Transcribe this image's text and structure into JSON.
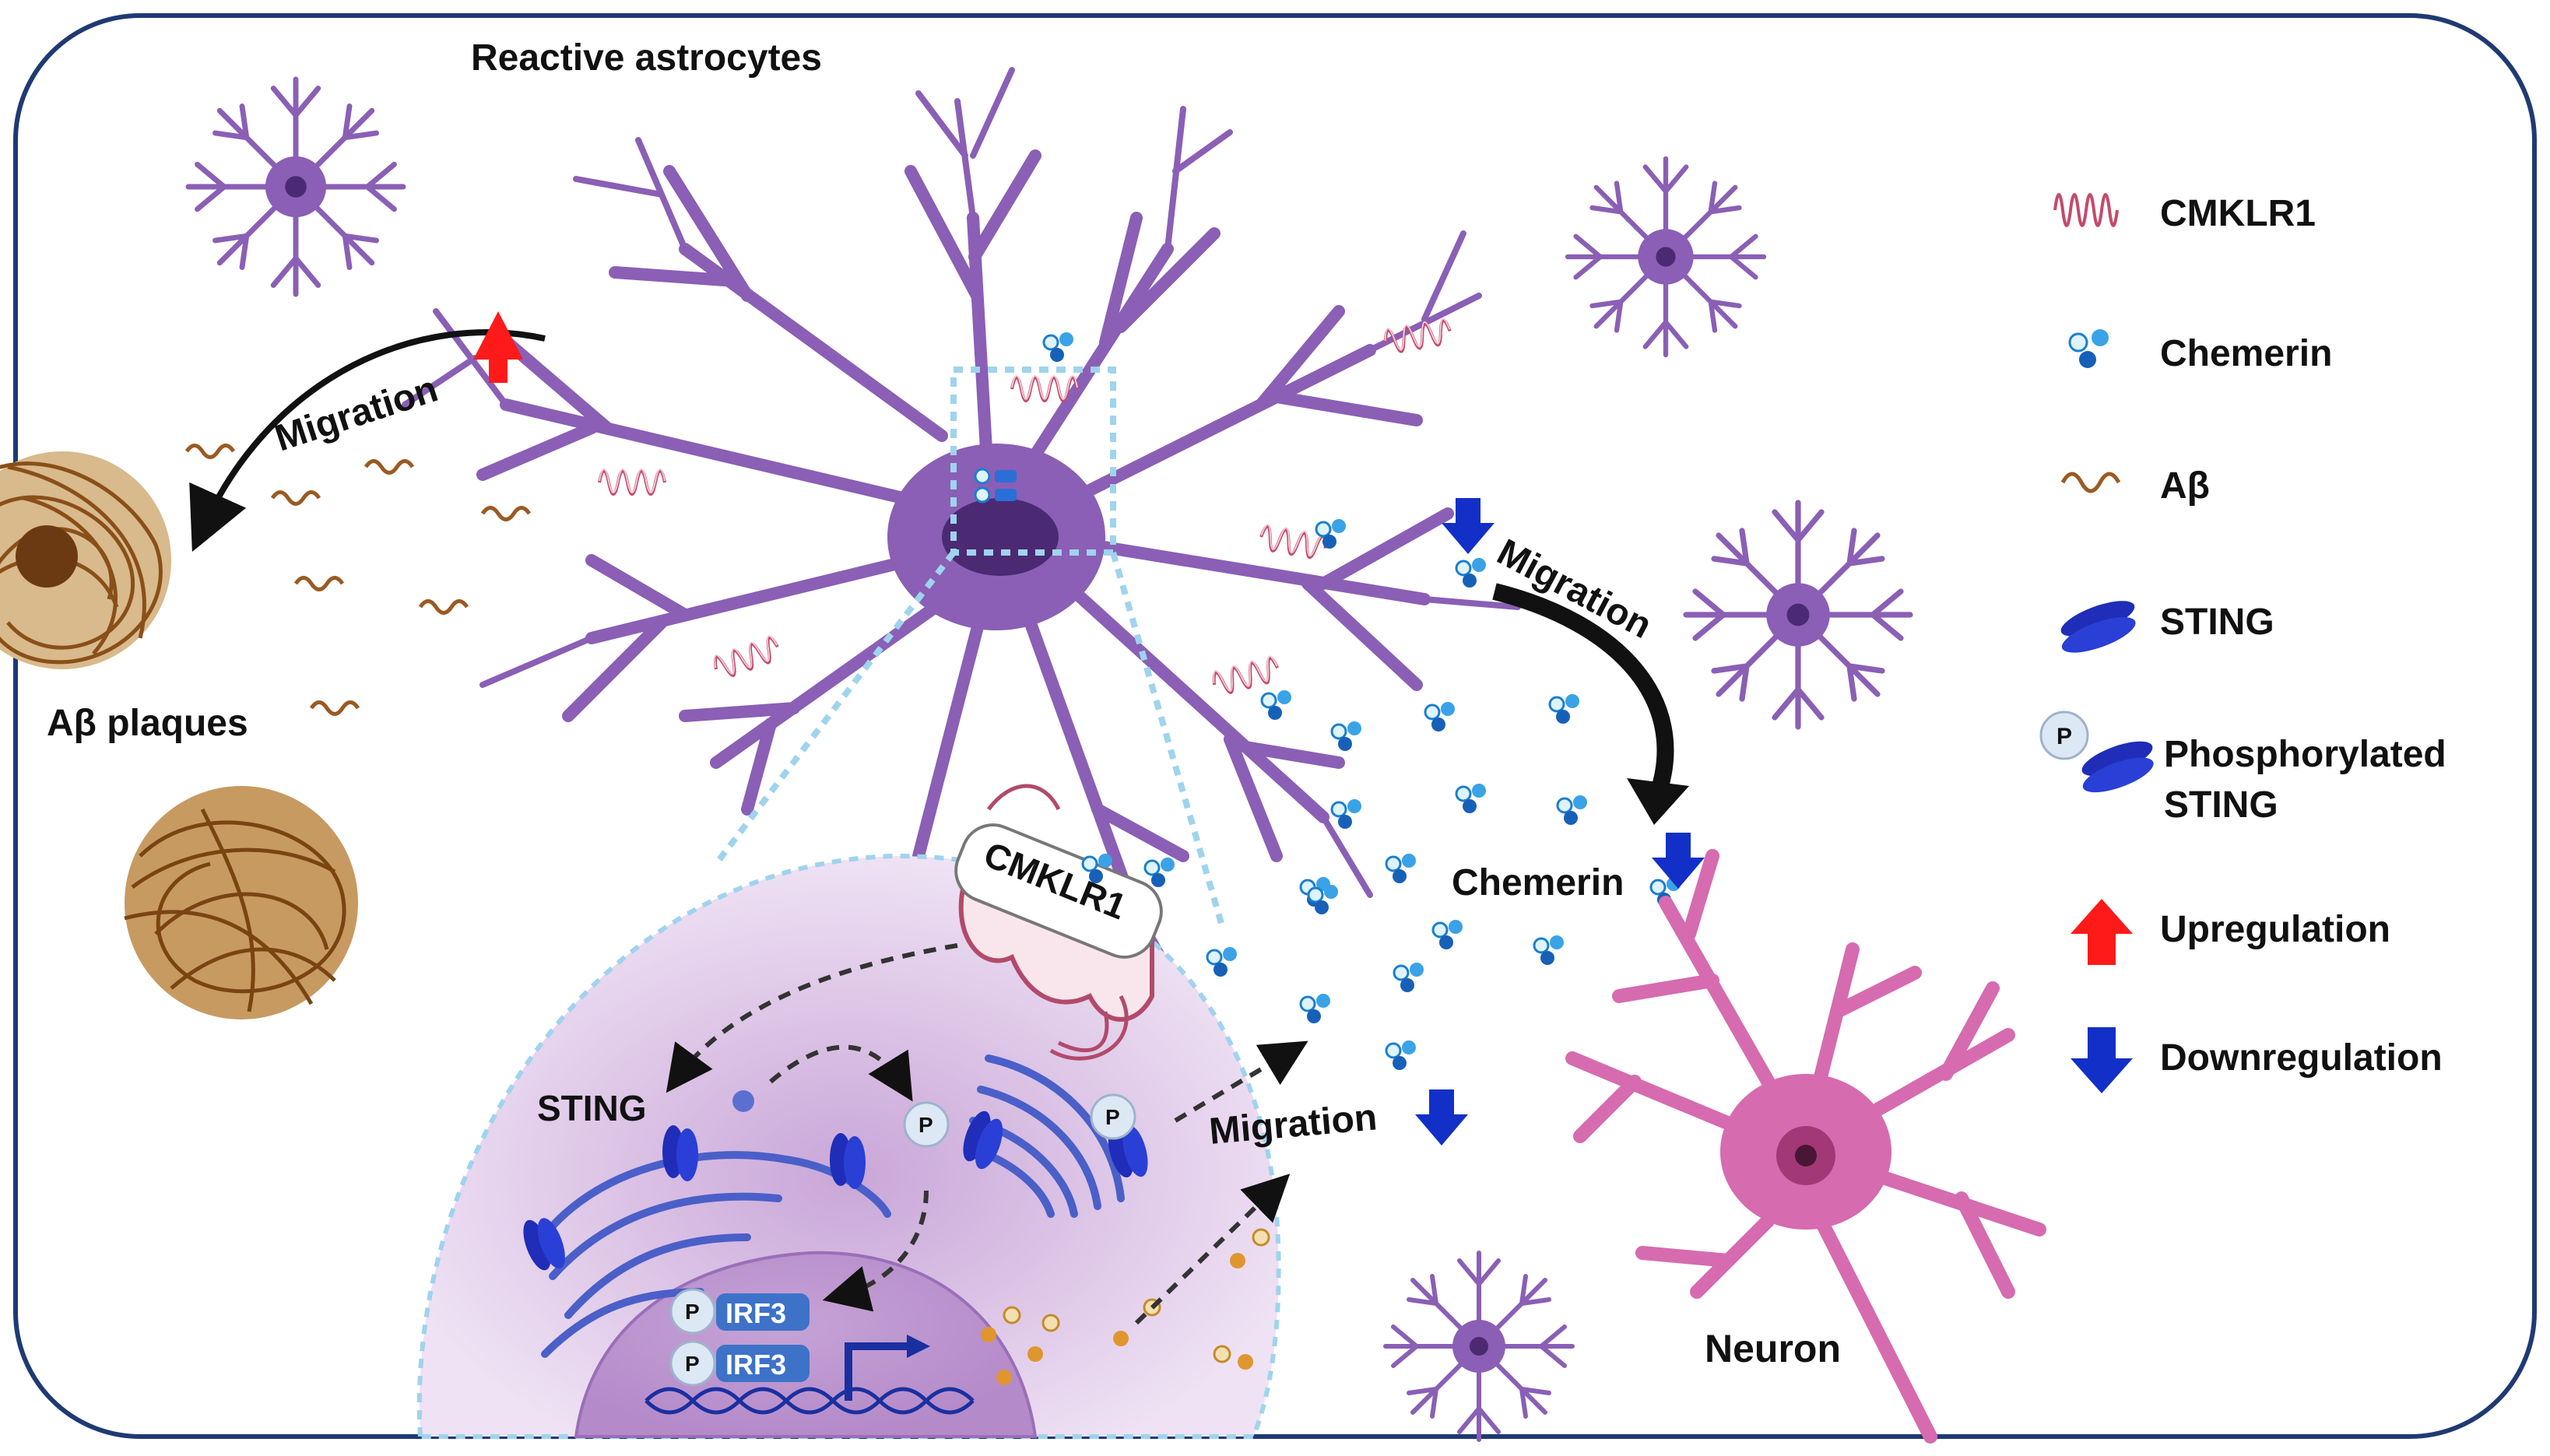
{
  "labels": {
    "reactive_astrocytes": "Reactive astrocytes",
    "abeta_plaques": "Aβ plaques",
    "neuron": "Neuron",
    "migration_up": "Migration",
    "migration_right": "Migration",
    "migration_bottom": "Migration",
    "chemerin": "Chemerin",
    "sting": "STING",
    "cmklr1_receptor": "CMKLR1",
    "p_marker": "P",
    "irf3": "IRF3"
  },
  "legend": {
    "items": [
      {
        "icon": "cmklr1-icon",
        "label": "CMKLR1"
      },
      {
        "icon": "chemerin-icon",
        "label": "Chemerin"
      },
      {
        "icon": "abeta-icon",
        "label": "Aβ"
      },
      {
        "icon": "sting-icon",
        "label": "STING"
      },
      {
        "icon": "phosphorylated-sting-icon",
        "label": "Phosphorylated",
        "label2": "STING"
      },
      {
        "icon": "upregulation-arrow-icon",
        "label": "Upregulation"
      },
      {
        "icon": "downregulation-arrow-icon",
        "label": "Downregulation"
      }
    ]
  },
  "colors": {
    "astrocyte": "#8a5fb5",
    "neuron": "#d66bb0",
    "chemerin": "#1a7fd0",
    "sting": "#1f2db8",
    "upregulation": "#ff1a1a",
    "downregulation": "#1230c8",
    "abeta": "#9a5a22",
    "frame": "#1f3a73"
  }
}
